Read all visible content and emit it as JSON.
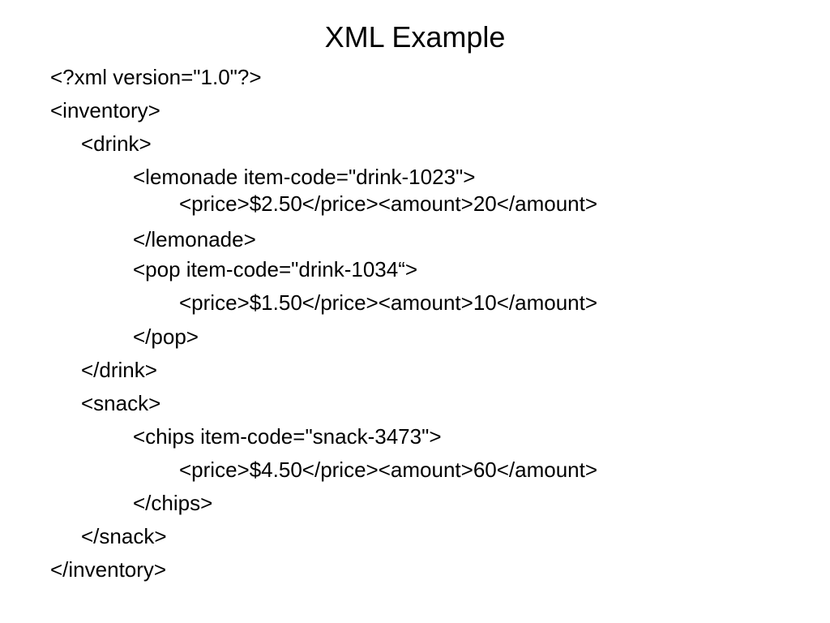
{
  "slide": {
    "title": "XML Example",
    "lines": [
      "<?xml version=\"1.0\"?>",
      "<inventory>",
      "<drink>",
      "<lemonade item-code=\"drink-1023\">",
      "<price>$2.50</price><amount>20</amount>",
      "</lemonade>",
      "<pop item-code=\"drink-1034“>",
      "<price>$1.50</price><amount>10</amount>",
      "</pop>",
      "</drink>",
      "<snack>",
      "<chips item-code=\"snack-3473\">",
      "<price>$4.50</price><amount>60</amount>",
      "</chips>",
      "</snack>",
      "</inventory>"
    ]
  }
}
